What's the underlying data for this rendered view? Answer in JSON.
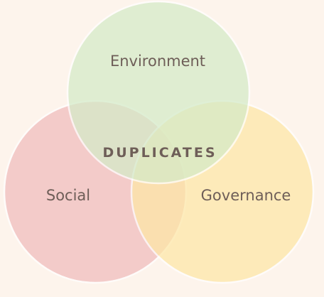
{
  "diagram": {
    "type": "venn",
    "background_color": "#fdf4ec",
    "sets": [
      {
        "label": "Environment",
        "color": "#d4ebc8"
      },
      {
        "label": "Social",
        "color": "#f0bcbc"
      },
      {
        "label": "Governance",
        "color": "#fde7a6"
      }
    ],
    "center_label": "DUPLICATES"
  }
}
